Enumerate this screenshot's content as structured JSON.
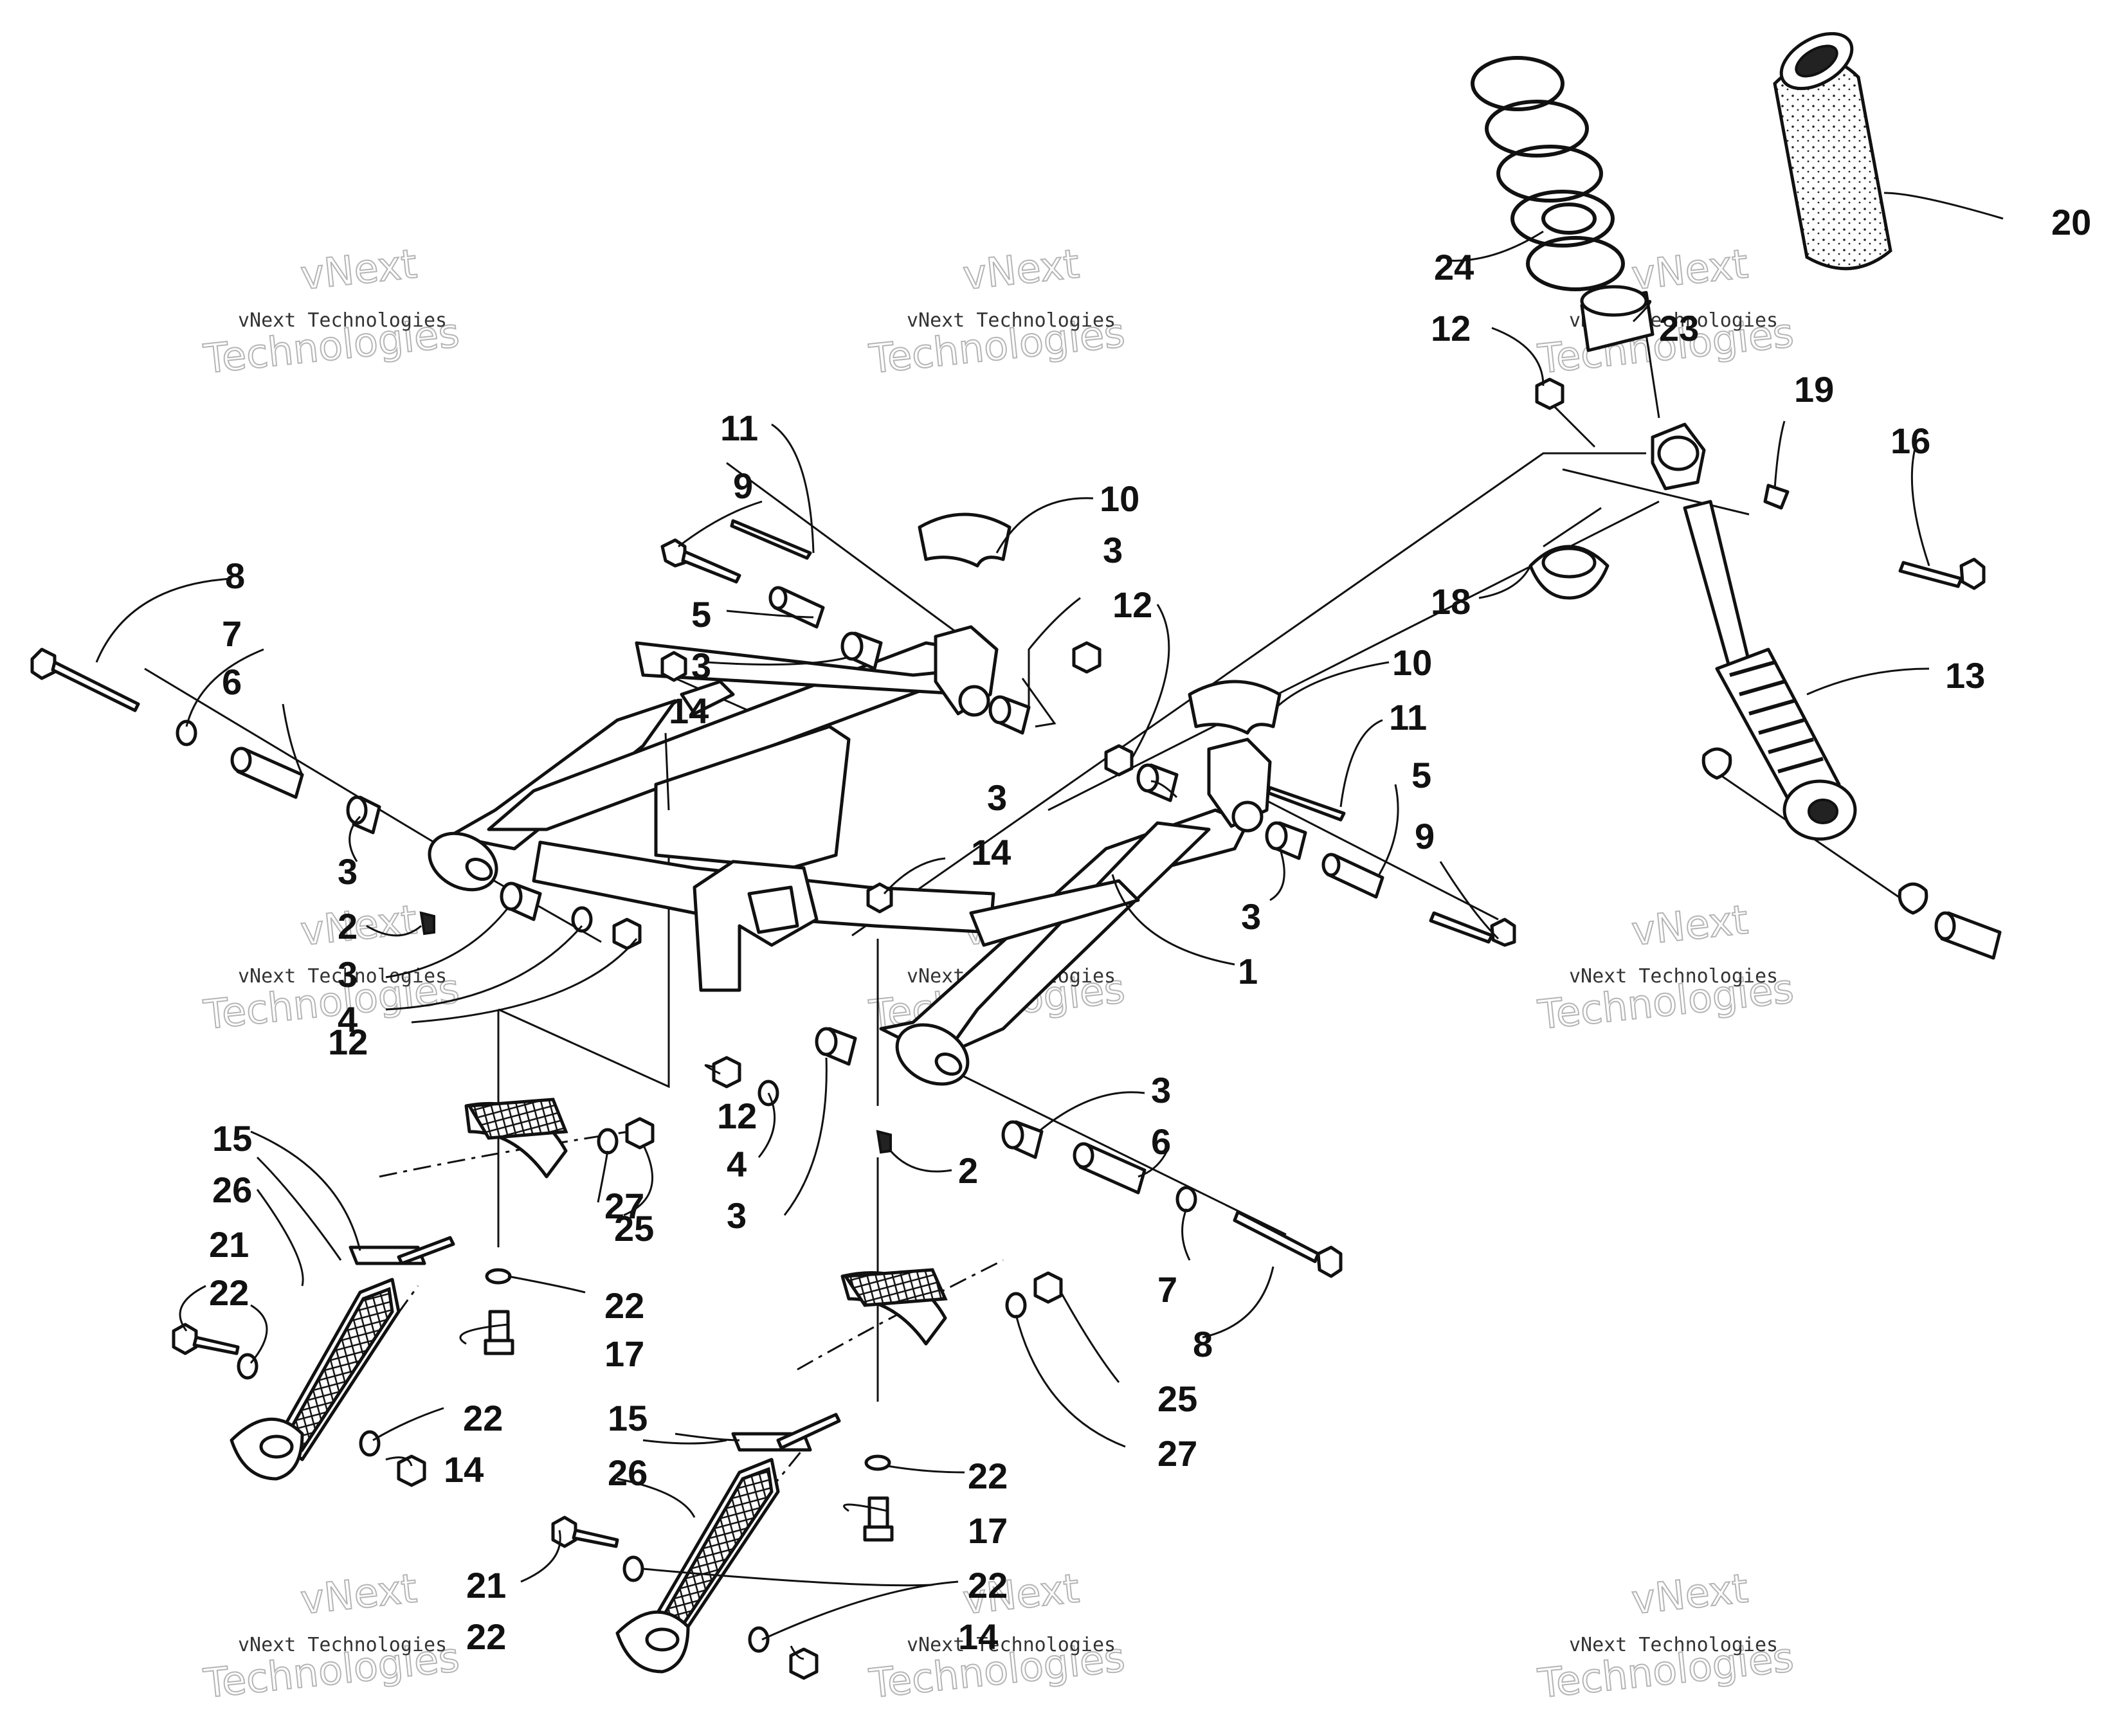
{
  "watermark": {
    "line1": "vNext Technologies",
    "line2": "Technologies",
    "line3": "vNext"
  },
  "callouts": {
    "c1": "1",
    "c2a": "2",
    "c2b": "2",
    "c3a": "3",
    "c3b": "3",
    "c3c": "3",
    "c3d": "3",
    "c3e": "3",
    "c3f": "3",
    "c3g": "3",
    "c3h": "3",
    "c4a": "4",
    "c4b": "4",
    "c5a": "5",
    "c5b": "5",
    "c6a": "6",
    "c6b": "6",
    "c7a": "7",
    "c7b": "7",
    "c8a": "8",
    "c8b": "8",
    "c9a": "9",
    "c9b": "9",
    "c10a": "10",
    "c10b": "10",
    "c11a": "11",
    "c11b": "11",
    "c12a": "12",
    "c12b": "12",
    "c12c": "12",
    "c12d": "12",
    "c13": "13",
    "c14a": "14",
    "c14b": "14",
    "c14c": "14",
    "c14d": "14",
    "c15a": "15",
    "c15b": "15",
    "c16": "16",
    "c17a": "17",
    "c17b": "17",
    "c18": "18",
    "c19": "19",
    "c20": "20",
    "c21a": "21",
    "c21b": "21",
    "c22a": "22",
    "c22b": "22",
    "c22c": "22",
    "c22d": "22",
    "c22e": "22",
    "c22f": "22",
    "c23": "23",
    "c24": "24",
    "c25a": "25",
    "c25b": "25",
    "c26a": "26",
    "c26b": "26",
    "c27a": "27",
    "c27b": "27"
  }
}
